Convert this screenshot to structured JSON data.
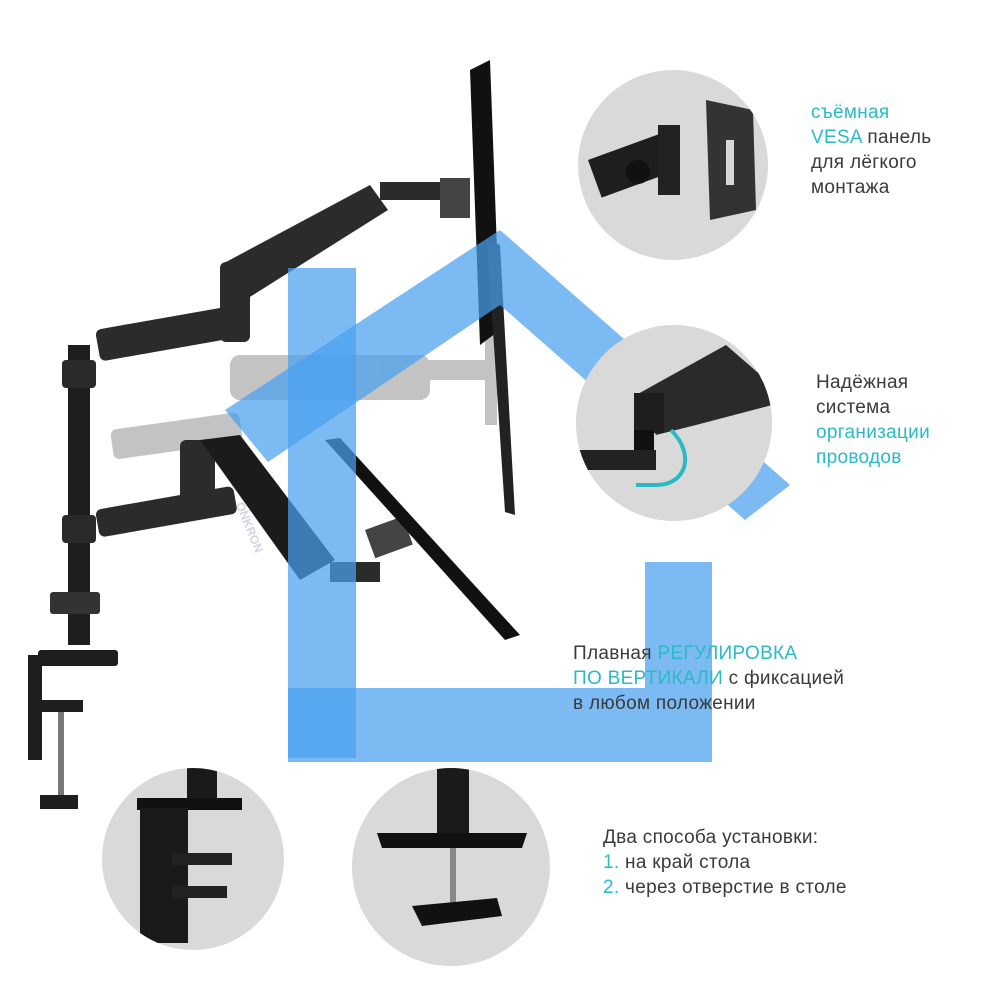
{
  "colors": {
    "accent": "#2bbac5",
    "text": "#3a3a3a",
    "logo_blue": "#4aa0f0",
    "circle_bg": "#d9d9d9"
  },
  "brand": "ONKRON",
  "callouts": {
    "vesa": {
      "line1": "съёмная",
      "line2_hl": "VESA",
      "line2_rest": " панель",
      "line3": "для лёгкого",
      "line4": "монтажа"
    },
    "cables": {
      "line1": "Надёжная",
      "line2": "система",
      "line3_hl": "организации",
      "line4_hl": "проводов"
    },
    "height": {
      "line1_plain": "Плавная ",
      "line1_hl": "РЕГУЛИРОВКА",
      "line2_hl": "ПО ВЕРТИКАЛИ",
      "line2_rest": " с фиксацией",
      "line3": "в любом положении"
    },
    "mounting": {
      "title": "Два способа установки:",
      "item1_num": "1.",
      "item1_text": " на край стола",
      "item2_num": "2.",
      "item2_text": " через отверстие в столе"
    }
  }
}
